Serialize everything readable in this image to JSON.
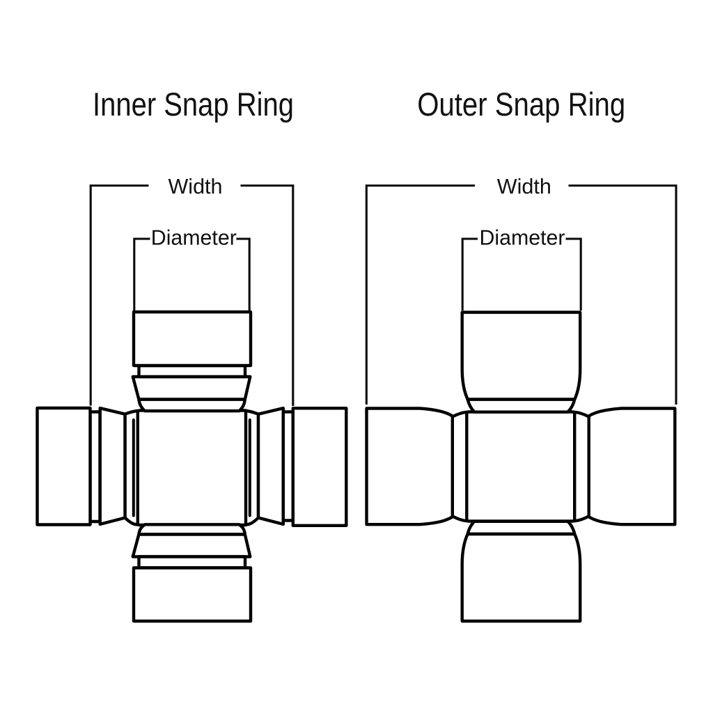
{
  "page": {
    "background": "#ffffff"
  },
  "diagram": {
    "type": "technical-line-drawing",
    "subject": "universal joint cross snap ring styles",
    "colors": {
      "line": "#000000",
      "text": "#111111",
      "background": "#ffffff"
    },
    "figures": [
      {
        "id": "inner",
        "title": "Inner Snap Ring",
        "width_label": "Width",
        "diameter_label": "Diameter"
      },
      {
        "id": "outer",
        "title": "Outer Snap Ring",
        "width_label": "Width",
        "diameter_label": "Diameter"
      }
    ]
  }
}
